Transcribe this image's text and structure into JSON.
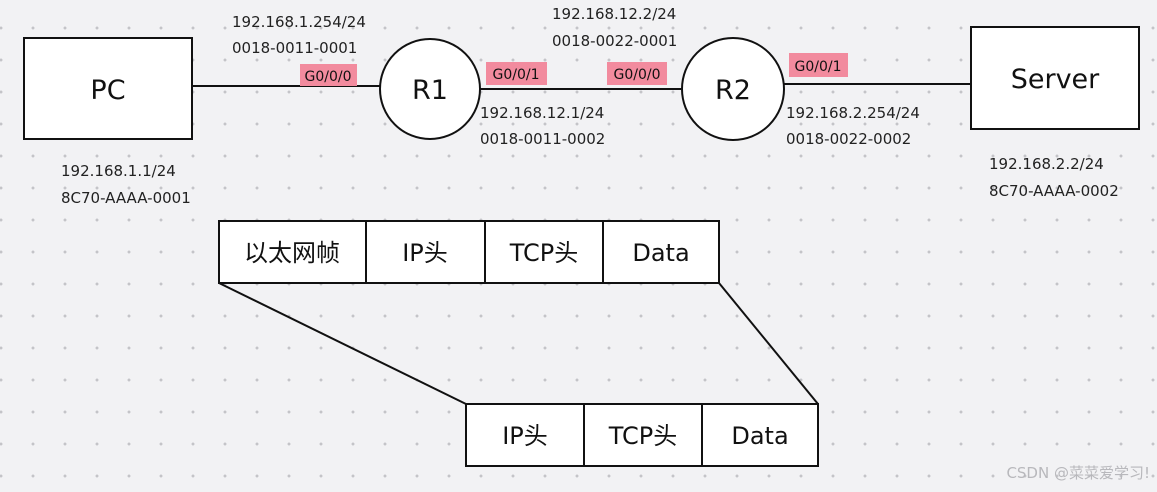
{
  "nodes": {
    "pc": "PC",
    "r1": "R1",
    "r2": "R2",
    "server": "Server"
  },
  "ports": {
    "r1_g0": "G0/0/0",
    "r1_g1": "G0/0/1",
    "r2_g0": "G0/0/0",
    "r2_g1": "G0/0/1"
  },
  "addresses": {
    "r1_lan_ip": "192.168.1.254/24",
    "r1_lan_mac": "0018-0011-0001",
    "r2_wan_ip": "192.168.12.2/24",
    "r2_wan_mac": "0018-0022-0001",
    "r1_wan_ip": "192.168.12.1/24",
    "r1_wan_mac": "0018-0011-0002",
    "r2_lan_ip": "192.168.2.254/24",
    "r2_lan_mac": "0018-0022-0002",
    "pc_ip": "192.168.1.1/24",
    "pc_mac": "8C70-AAAA-0001",
    "server_ip": "192.168.2.2/24",
    "server_mac": "8C70-AAAA-0002"
  },
  "frame": [
    "以太网帧",
    "IP头",
    "TCP头",
    "Data"
  ],
  "packet": [
    "IP头",
    "TCP头",
    "Data"
  ],
  "watermark": "CSDN @菜菜爱学习!",
  "colors": {
    "port_highlight": "#f28b9e",
    "line": "#111111"
  }
}
